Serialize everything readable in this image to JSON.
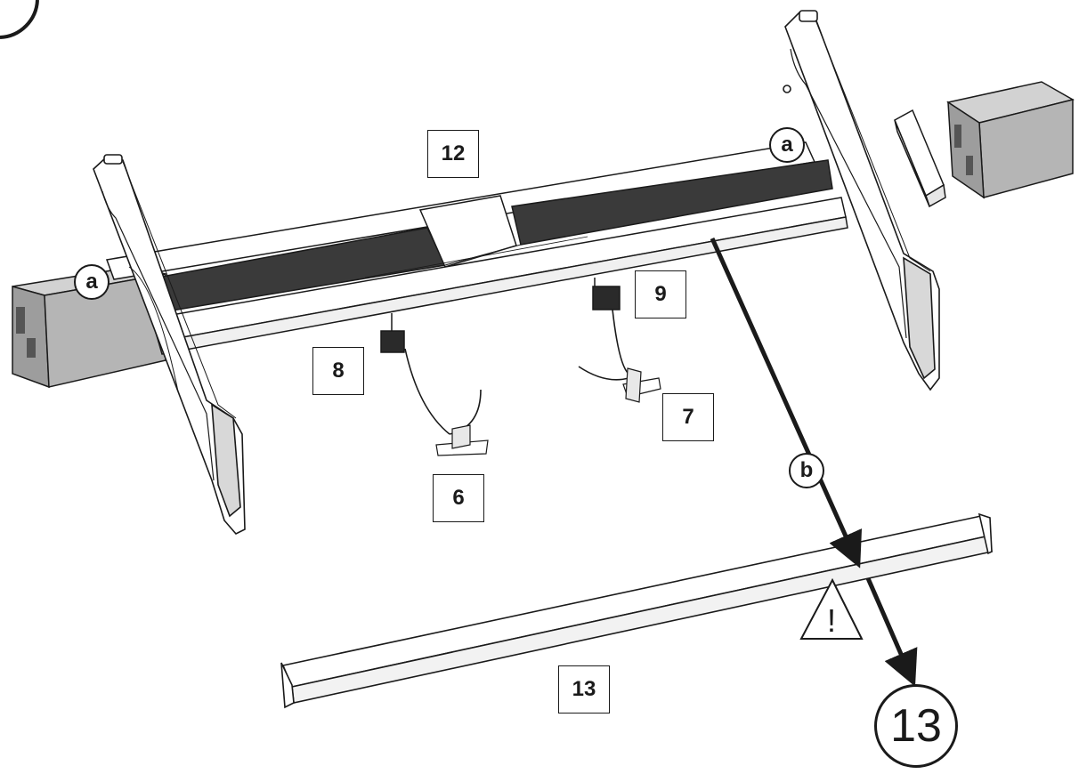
{
  "part_labels": {
    "p12": "12",
    "p9": "9",
    "p8": "8",
    "p7": "7",
    "p6": "6",
    "p13": "13"
  },
  "callouts": {
    "a_right": "a",
    "a_left": "a",
    "b": "b"
  },
  "warning": {
    "symbol": "!",
    "icon": "warning-triangle-icon"
  },
  "next_step": "13",
  "colors": {
    "line": "#1a1a1a",
    "dark_panel": "#3a3a3a",
    "box_fill": "#b5b5b5",
    "box_top": "#d2d2d2"
  }
}
